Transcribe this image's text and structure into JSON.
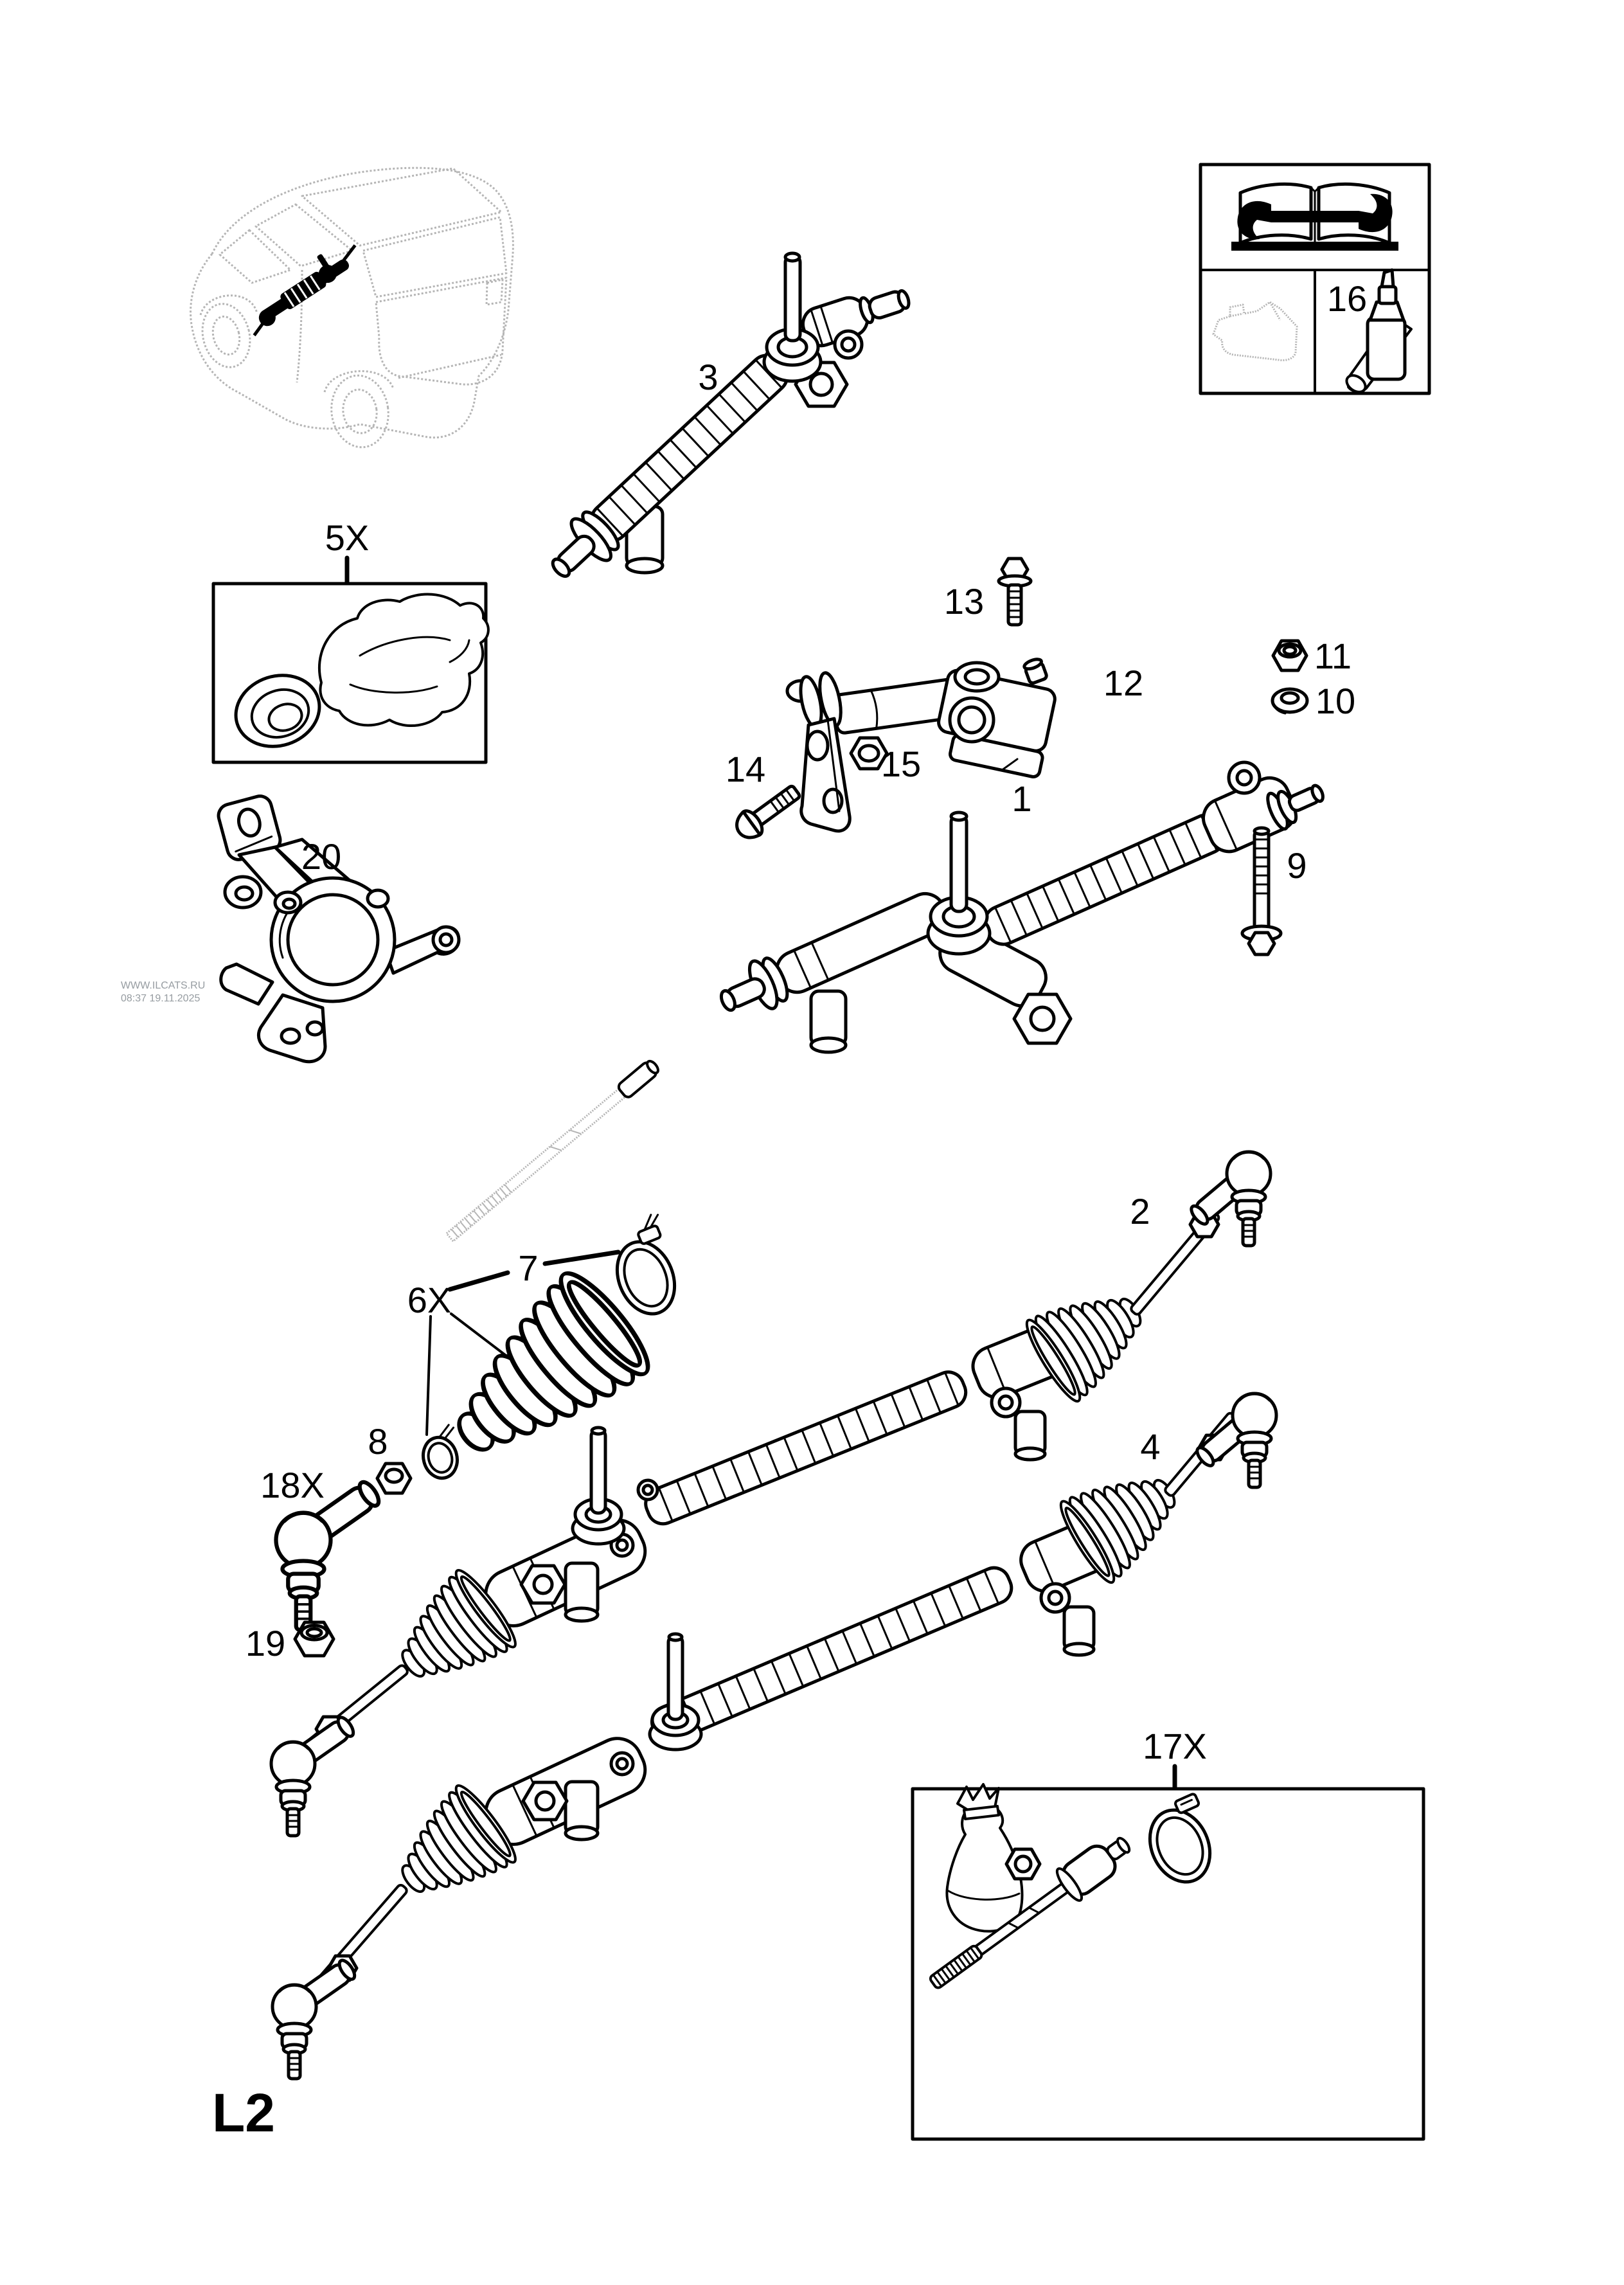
{
  "diagram": {
    "page_code": "L2",
    "watermark": {
      "line1": "WWW.ILCATS.RU",
      "line2": "08:37 19.11.2025"
    },
    "labels": {
      "p1": "1",
      "p2": "2",
      "p3": "3",
      "p4": "4",
      "p5": "5X",
      "p6": "6X",
      "p7": "7",
      "p8": "8",
      "p9": "9",
      "p10": "10",
      "p11": "11",
      "p12": "12",
      "p13": "13",
      "p14": "14",
      "p15": "15",
      "p16": "16",
      "p17": "17X",
      "p18": "18X",
      "p19": "19",
      "p20": "20"
    },
    "colors": {
      "line": "#000000",
      "ghost": "#b5b5b5",
      "watermark": "#969ca1",
      "background": "#ffffff"
    },
    "icons": {
      "legend_manual": "book-wrench-icon",
      "legend_oil": "oil-can-icon",
      "legend_grease": "fluid-bottle-icon"
    }
  }
}
